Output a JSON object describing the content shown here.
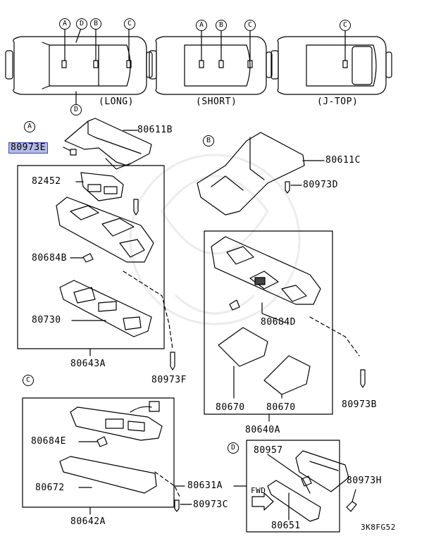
{
  "views": {
    "long": "(LONG)",
    "short": "(SHORT)",
    "jtop": "(J-TOP)"
  },
  "section_markers": {
    "a": "A",
    "b": "B",
    "c": "C",
    "d": "D"
  },
  "parts": {
    "p80611B": "80611B",
    "p80973E": "80973E",
    "p82452": "82452",
    "p80684B": "80684B",
    "p80730": "80730",
    "p80643A": "80643A",
    "p80973F": "80973F",
    "p80611C": "80611C",
    "p80973D": "80973D",
    "p80684D": "80684D",
    "p80670a": "80670",
    "p80670b": "80670",
    "p80973B": "80973B",
    "p80640A": "80640A",
    "p80684E": "80684E",
    "p80672": "80672",
    "p80631A": "80631A",
    "p80973C": "80973C",
    "p80642A": "80642A",
    "p80957": "80957",
    "p80973H": "80973H",
    "p80651": "80651"
  },
  "fwd_label": "FWD",
  "diagram_code": "3K8FG52",
  "highlight_color": "#b3bbe6"
}
